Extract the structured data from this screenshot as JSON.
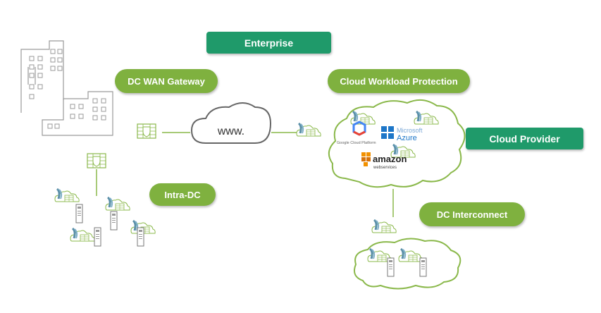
{
  "labels": {
    "enterprise": "Enterprise",
    "dc_wan_gateway": "DC WAN Gateway",
    "cloud_workload_protection": "Cloud Workload Protection",
    "cloud_provider": "Cloud Provider",
    "intra_dc": "Intra-DC",
    "dc_interconnect": "DC Interconnect",
    "www": "www."
  },
  "logos": {
    "google": "Google Cloud Platform",
    "microsoft": "Microsoft",
    "azure": "Azure",
    "amazon": "amazon",
    "webservices": "webservices"
  },
  "colors": {
    "accent_green": "#7fb13f",
    "accent_teal": "#1f9a6a",
    "line_green": "#8ab84a",
    "building_gray": "#9a9a9a"
  }
}
